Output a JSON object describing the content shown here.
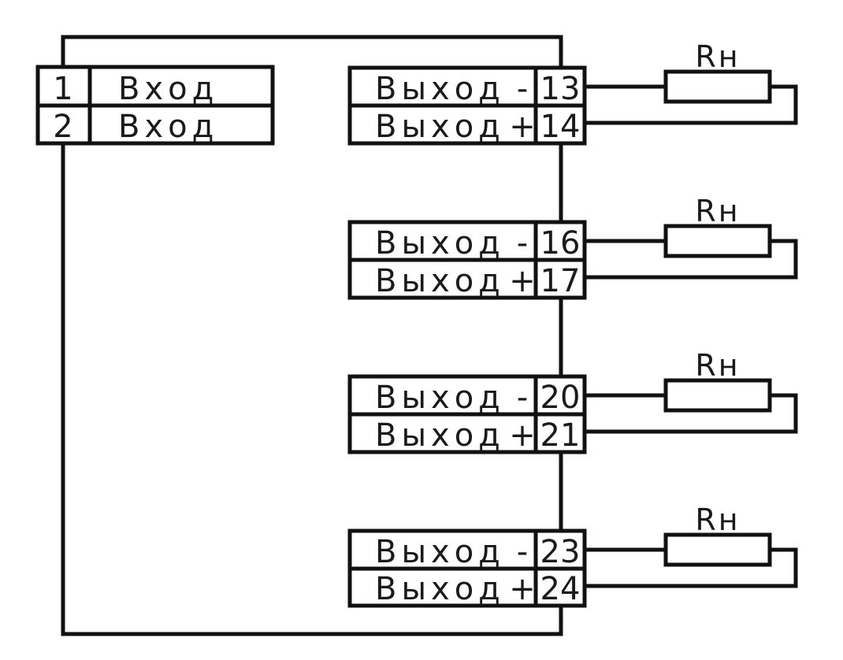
{
  "inputs": [
    {
      "pin": "1",
      "label": "Вход"
    },
    {
      "pin": "2",
      "label": "Вход"
    }
  ],
  "outputs": [
    {
      "minus": {
        "label": "Выход",
        "sign": "-",
        "pin": "13"
      },
      "plus": {
        "label": "Выход",
        "sign": "+",
        "pin": "14"
      },
      "load": "Rн"
    },
    {
      "minus": {
        "label": "Выход",
        "sign": "-",
        "pin": "16"
      },
      "plus": {
        "label": "Выход",
        "sign": "+",
        "pin": "17"
      },
      "load": "Rн"
    },
    {
      "minus": {
        "label": "Выход",
        "sign": "-",
        "pin": "20"
      },
      "plus": {
        "label": "Выход",
        "sign": "+",
        "pin": "21"
      },
      "load": "Rн"
    },
    {
      "minus": {
        "label": "Выход",
        "sign": "-",
        "pin": "23"
      },
      "plus": {
        "label": "Выход",
        "sign": "+",
        "pin": "24"
      },
      "load": "Rн"
    }
  ]
}
